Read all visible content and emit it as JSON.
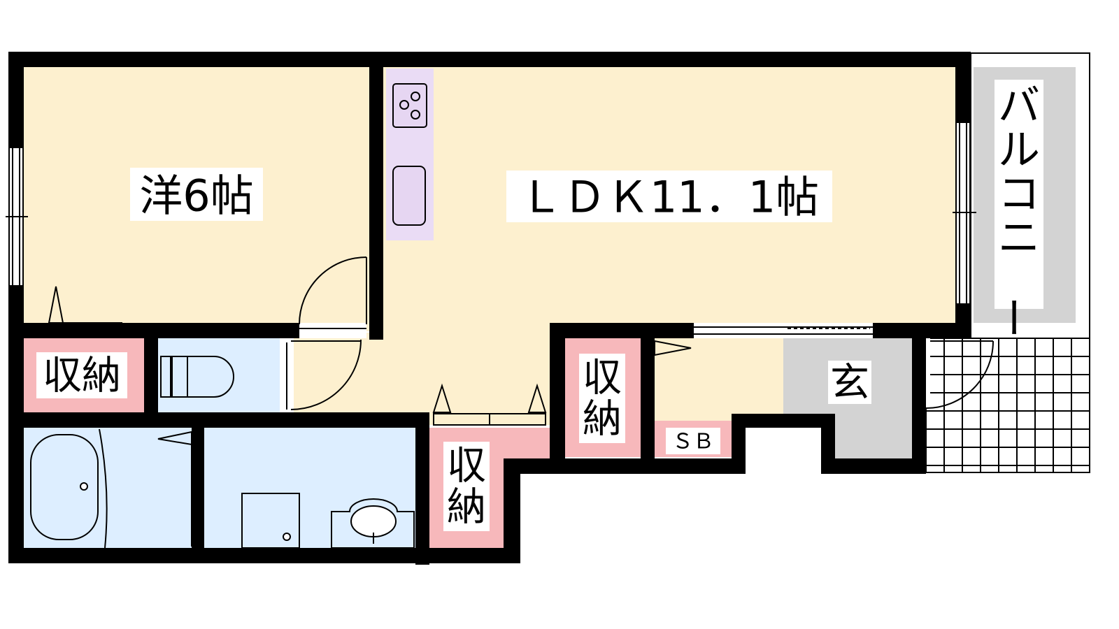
{
  "rooms": {
    "western_room": {
      "label": "洋6帖",
      "color": "#fdf0cf"
    },
    "ldk": {
      "label": "ＬＤＫ11．1帖",
      "color": "#fdf0cf"
    },
    "balcony": {
      "label": "バルコニー",
      "color": "#d3d3d3"
    },
    "storage_left": {
      "label": "収納",
      "color": "#f7b8bb"
    },
    "storage_center": {
      "label": "収納",
      "color": "#f7b8bb"
    },
    "storage_right": {
      "label": "収納",
      "color": "#f7b8bb"
    },
    "entrance": {
      "label": "玄",
      "color": "#d3d3d3"
    },
    "shoe_box": {
      "label": "ＳＢ",
      "color": "#f7b8bb"
    },
    "toilet": {
      "color": "#ddeeff"
    },
    "bath": {
      "color": "#ddeeff"
    },
    "washroom": {
      "color": "#ddeeff"
    },
    "kitchen": {
      "color": "#eadcf5"
    }
  }
}
